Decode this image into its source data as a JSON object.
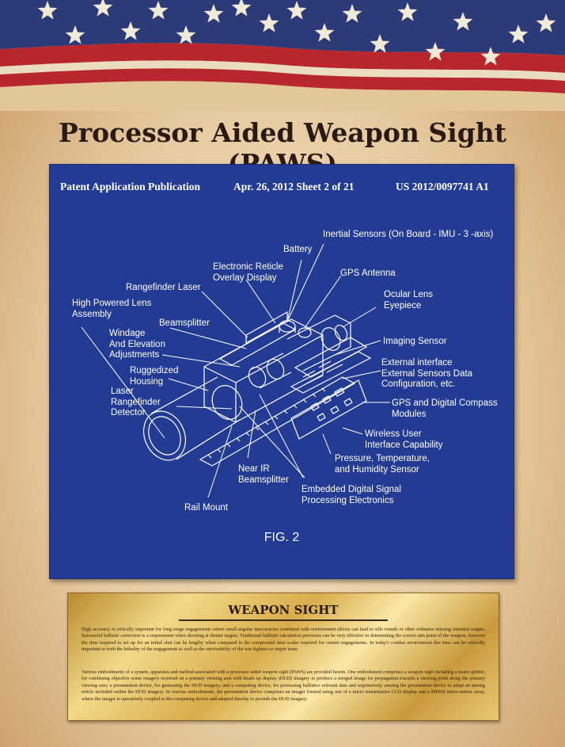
{
  "title": "Processor Aided Weapon Sight (PAWS)",
  "header": {
    "publication": "Patent Application Publication",
    "date_sheet": "Apr. 26, 2012  Sheet 2 of 21",
    "number": "US 2012/0097741 A1"
  },
  "figure_label": "FIG. 2",
  "labels": {
    "inertial": "Inertial Sensors (On Board - IMU - 3 -axis)",
    "battery": "Battery",
    "reticle": "Electronic Reticle\nOverlay Display",
    "gps_antenna": "GPS Antenna",
    "rangefinder_laser": "Rangefinder Laser",
    "ocular": "Ocular Lens\nEyepiece",
    "lens": "High Powered Lens\nAssembly",
    "beamsplitter": "Beamsplitter",
    "imaging": "Imaging Sensor",
    "windage": "Windage\nAnd Elevation\nAdjustments",
    "external": "External interface\nExternal Sensors Data\nConfiguration, etc.",
    "housing": "Ruggedized\nHousing",
    "laser_detector": "Laser\nRangefinder\nDetector",
    "gps_compass": "GPS and Digital Compass\nModules",
    "wireless": "Wireless User\nInterface Capability",
    "pressure": "Pressure, Temperature,\nand Humidity Sensor",
    "near_ir": "Near IR\nBeamsplitter",
    "embedded": "Embedded Digital Signal\nProcessing Electronics",
    "rail": "Rail Mount"
  },
  "plaque": {
    "title": "WEAPON SIGHT",
    "paragraph1": "High accuracy is critically important for long range engagements where small angular inaccuracies combined with environment effects can lead to rifle rounds or other ordnance missing intended targets. Successful ballistic correction is a requirement when shooting at distant targets. Traditional ballistic calculation processes can be very effective in determining the correct aim point of the weapon, however the time required to set up for an initial shot can be lengthy when compared to the compressed time scales required for certain engagements. In today's combat environment this time can be critically important to both the lethality of the engagement as well as the survivability of the war fighters or sniper team.",
    "paragraph2": "Various embodiments of a system, apparatus and method associated with a processor aided weapon sight (PAWS) are provided herein. One embodiment comprises a weapon sight including a beam splitter, for combining objective scene imagery received on a primary viewing axis with heads up display (HUD) imagery to produce a merged image for propagation towards a viewing point along the primary viewing axis; a presentation device, for generating the HUD imagery; and a computing device, for processing ballistics relevant data and responsively causing the presentation device to adapt an aiming reticle included within the HUD imagery. In various embodiments, the presentation device comprises an imager formed using one of a micro transmissive LCD display and a MEMS micro-mirror array, where the imager is operatively coupled to the computing device and adapted thereby to provide the HUD imagery."
  },
  "colors": {
    "blueprint": "#243b93",
    "flag_blue": "#2c3a78",
    "flag_red": "#b8262e",
    "gold": "#d8ac4a"
  }
}
